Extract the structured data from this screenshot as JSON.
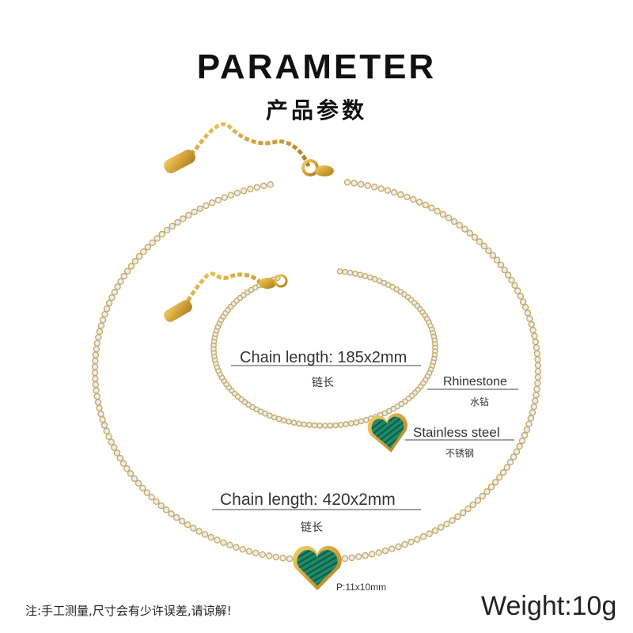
{
  "header": {
    "title": "PARAMETER",
    "subtitle": "产品参数"
  },
  "bracelet": {
    "length_label": "Chain length: 185x2mm",
    "length_label_zh": "链长"
  },
  "necklace": {
    "length_label": "Chain length: 420x2mm",
    "length_label_zh": "链长"
  },
  "materials": {
    "rhinestone": "Rhinestone",
    "rhinestone_zh": "水钻",
    "steel": "Stainless steel",
    "steel_zh": "不锈钢"
  },
  "pendant": {
    "size": "P:11x10mm"
  },
  "footer": {
    "note": "注:手工测量,尺寸会有少许误差,请谅解!",
    "weight": "Weight:10g"
  },
  "colors": {
    "gold": "#d4a33a",
    "gold_dark": "#a87a1e",
    "malachite": "#1f8a6a",
    "crystal": "#e9eef2"
  }
}
